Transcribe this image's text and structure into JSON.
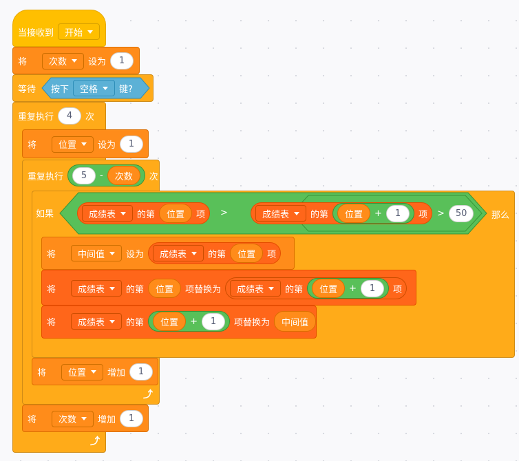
{
  "when_received": {
    "label": "当接收到",
    "message": "开始"
  },
  "set_count": {
    "label": "将",
    "var": "次数",
    "set": "设为",
    "value": "1"
  },
  "wait": {
    "label": "等待",
    "key_pressed": "按下",
    "key": "空格",
    "key_suffix": "键?"
  },
  "repeat_outer": {
    "label": "重复执行",
    "times": "4",
    "suffix": "次"
  },
  "set_pos": {
    "label": "将",
    "var": "位置",
    "set": "设为",
    "value": "1"
  },
  "repeat_inner": {
    "label": "重复执行",
    "left": "5",
    "op": "-",
    "right": "次数",
    "suffix": "次"
  },
  "if_block": {
    "label": "如果",
    "left": {
      "list": "成绩表",
      "of": "的第",
      "index": "位置",
      "item": "项"
    },
    "gt": ">",
    "right": {
      "list": "成绩表",
      "of": "的第",
      "index": "位置",
      "plus": "+",
      "one": "1",
      "item": "项"
    },
    "gt2": ">",
    "compare": "50",
    "then": "那么"
  },
  "set_mid": {
    "label": "将",
    "var": "中间值",
    "set": "设为",
    "list": "成绩表",
    "of": "的第",
    "index": "位置",
    "item": "项"
  },
  "replace1": {
    "label": "将",
    "list": "成绩表",
    "of": "的第",
    "index": "位置",
    "replace": "项替换为",
    "list2": "成绩表",
    "of2": "的第",
    "index2": "位置",
    "plus": "+",
    "one": "1",
    "item": "项"
  },
  "replace2": {
    "label": "将",
    "list": "成绩表",
    "of": "的第",
    "index": "位置",
    "plus": "+",
    "one": "1",
    "replace": "项替换为",
    "value": "中间值"
  },
  "change_pos": {
    "label": "将",
    "var": "位置",
    "change": "增加",
    "value": "1"
  },
  "change_count": {
    "label": "将",
    "var": "次数",
    "change": "增加",
    "value": "1"
  },
  "colors": {
    "events": "#ffbf00",
    "control": "#ffab19",
    "variables": "#ff8c1a",
    "lists": "#ff661a",
    "operators": "#59c059",
    "sensing": "#5cb1d6"
  },
  "icons": {
    "loop_arrow": "loop-arrow-icon",
    "dropdown": "dropdown-arrow-icon"
  }
}
